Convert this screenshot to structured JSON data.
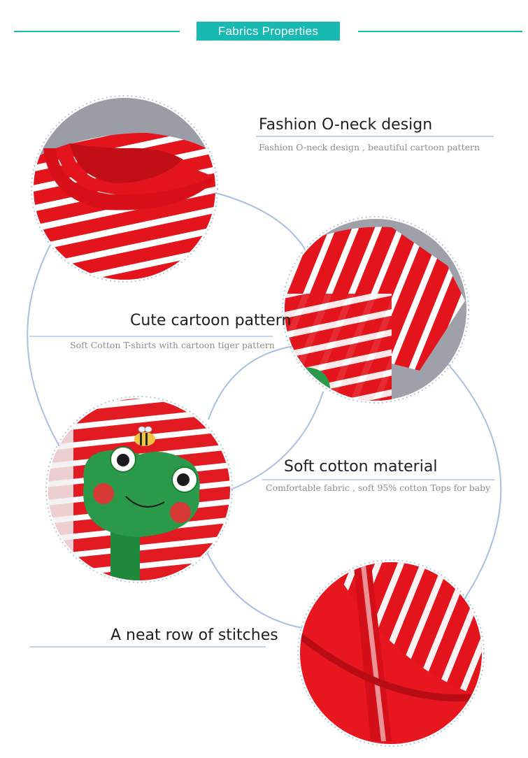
{
  "header": {
    "title": "Fabrics Properties"
  },
  "features": [
    {
      "title": "Fashion O-neck design",
      "subtitle": "Fashion  O-neck design , beautiful  cartoon pattern"
    },
    {
      "title": "Cute cartoon pattern",
      "subtitle": "Soft Cotton  T-shirts with cartoon tiger pattern"
    },
    {
      "title": "Soft cotton material",
      "subtitle": "Comfortable fabric ,  soft  95% cotton Tops for baby"
    },
    {
      "title": "A neat row of stitches",
      "subtitle": ""
    }
  ],
  "colors": {
    "accent": "#18b9b1",
    "shirt_red": "#e3141c",
    "stripe_white": "#ffffff",
    "connector": "#a9bfe3",
    "frog_green": "#2a9a4a"
  },
  "icons": [
    "frog-applique",
    "bee-applique"
  ]
}
